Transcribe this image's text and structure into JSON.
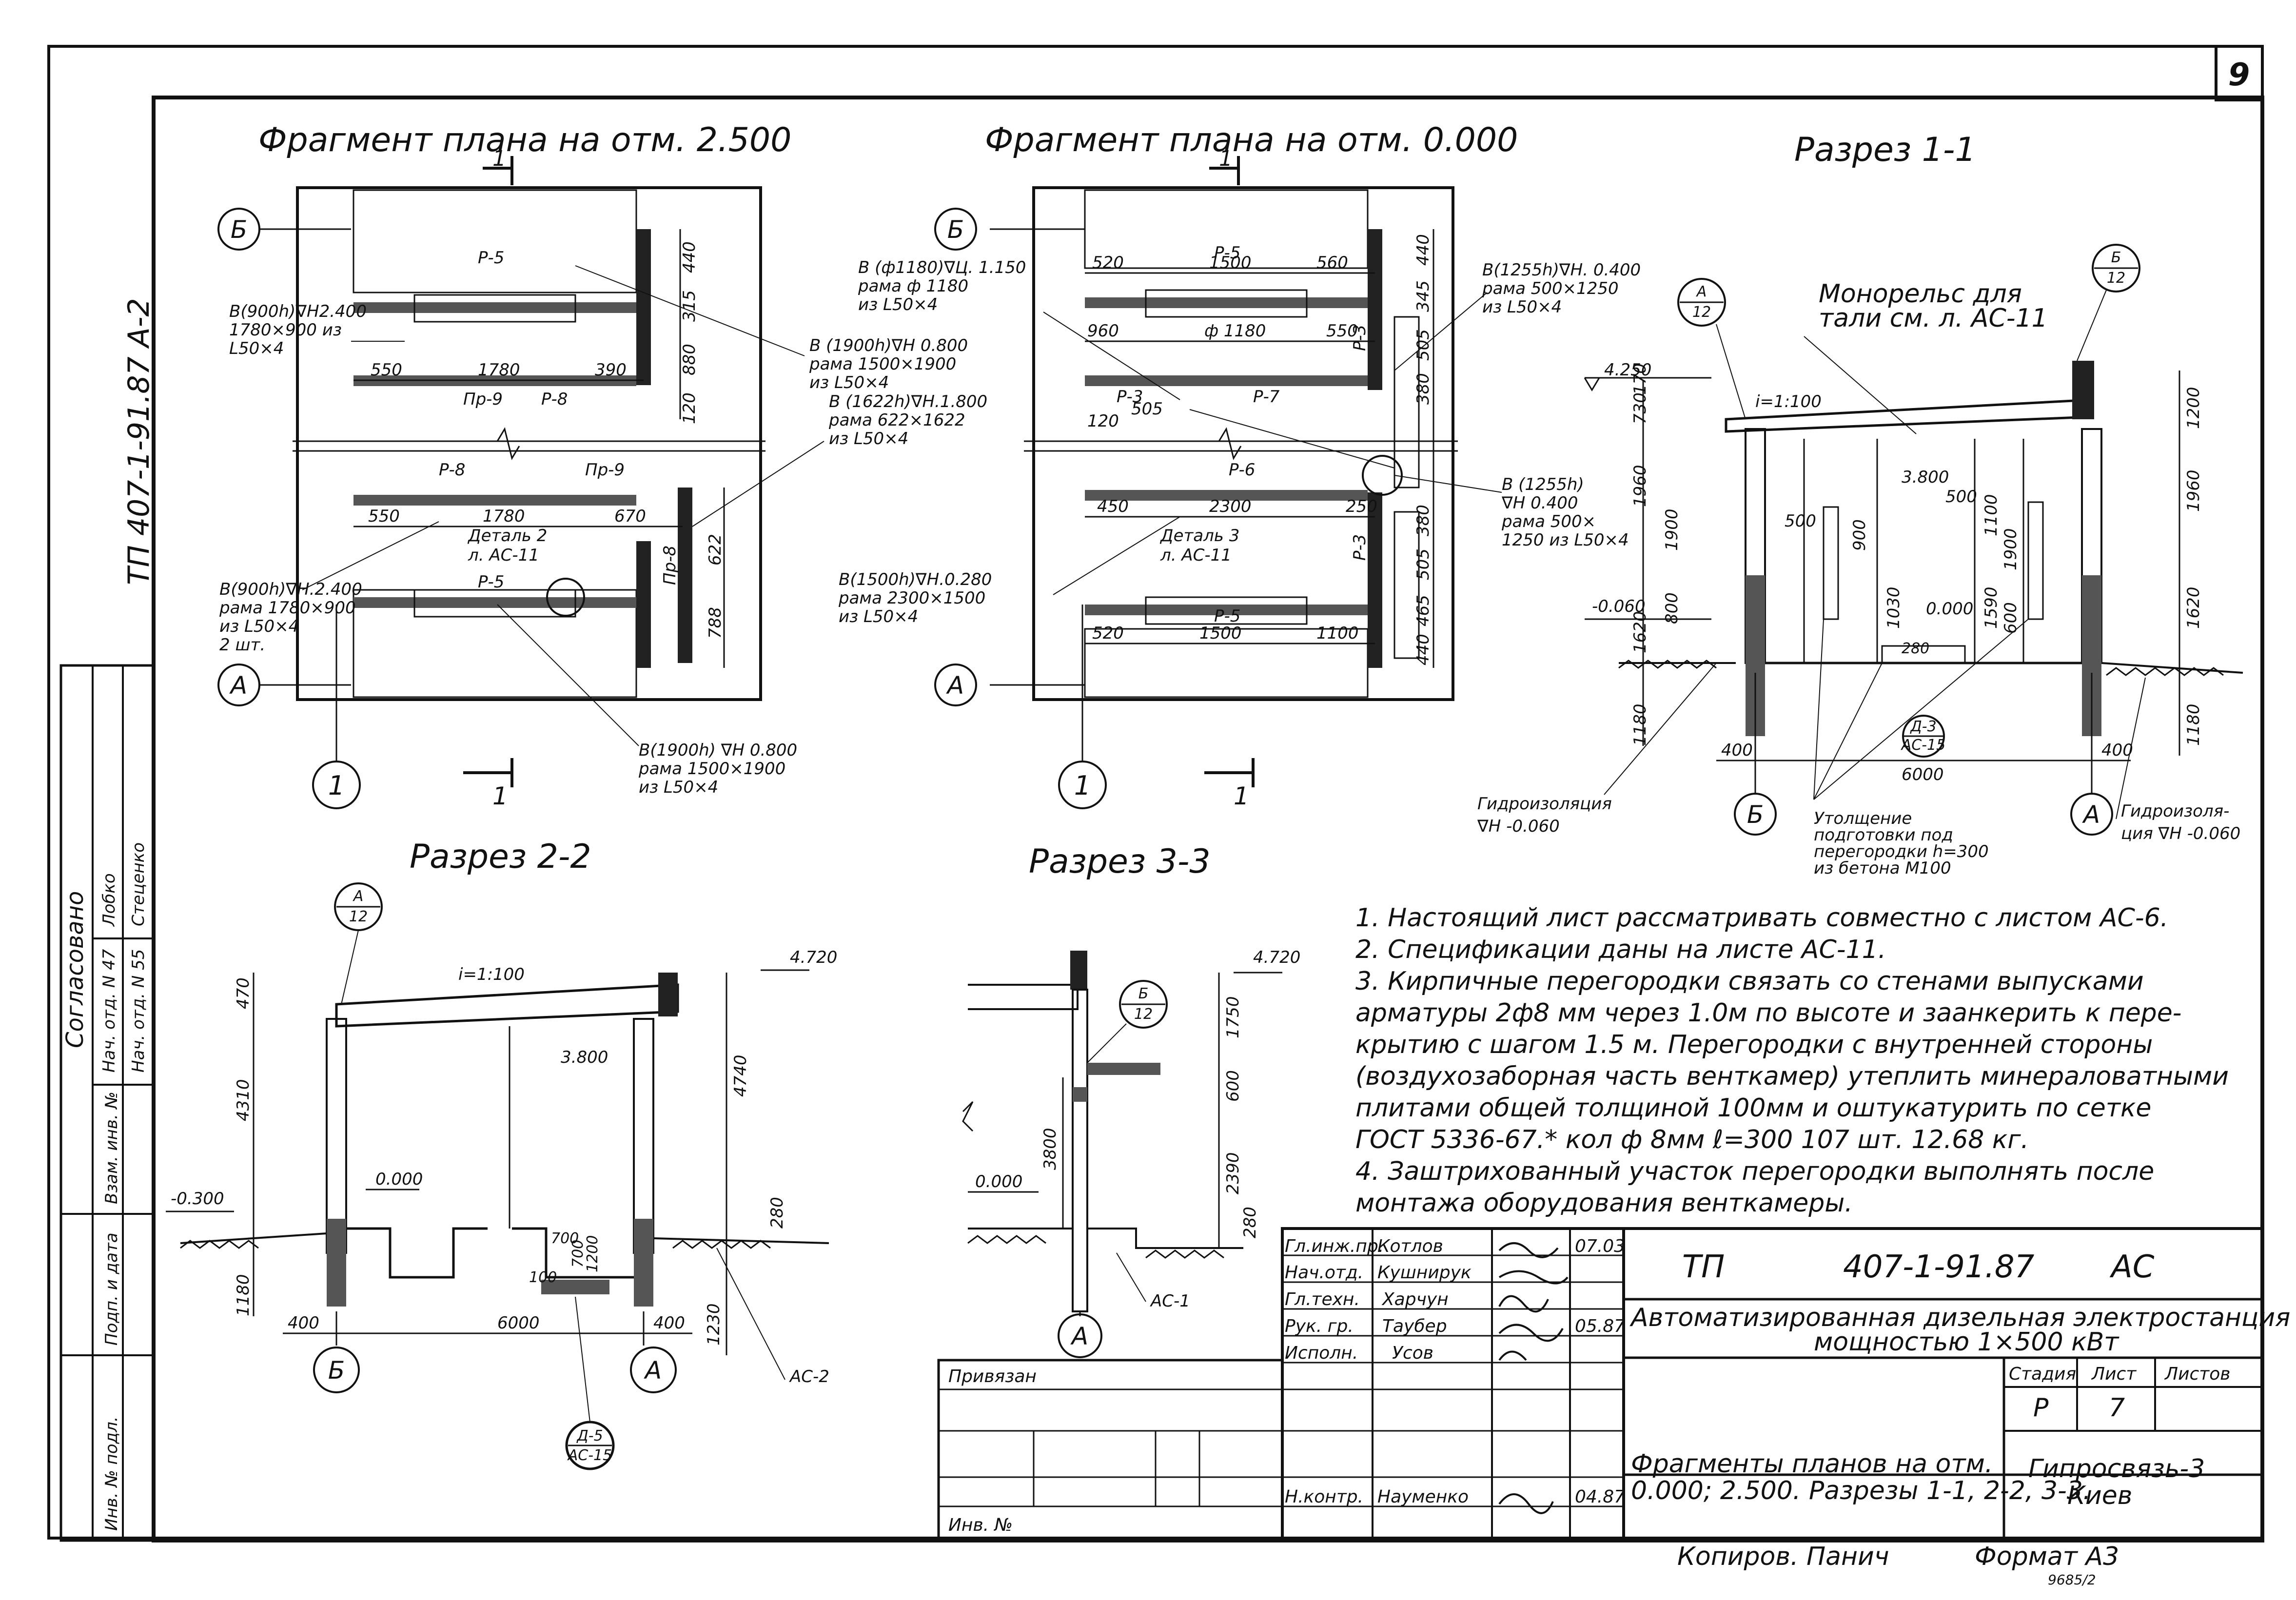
{
  "sheet": {
    "sheet_number": "9",
    "side_code": "ТП 407-1-91.87 А-2",
    "copied": "Копиров. Панич",
    "format": "Формат А3",
    "inventory_mark": "9685/2"
  },
  "views": {
    "plan_2500": {
      "title": "Фрагмент плана на отм. 2.500",
      "axis_b": "Б",
      "axis_a": "А",
      "axis_1": "1",
      "cut": "1",
      "dims_top": [
        "550",
        "1780",
        "390"
      ],
      "dims_mid": [
        "550",
        "1780",
        "670"
      ],
      "dims_right": [
        "440",
        "315",
        "880",
        "120"
      ],
      "dims_right_low": [
        "622",
        "788"
      ],
      "marks": [
        "Р-5",
        "Пр-9",
        "Р-8",
        "Р-8",
        "Пр-9",
        "Р-5",
        "Пр-8"
      ],
      "detail": "Деталь 2\nл. АС-11",
      "callout_left_top": "В(900h)∇Н2.400\n1780×900 из\nL50×4",
      "callout_left_bottom": "В(900h)∇Н.2.400\nрама 1780×900\nиз L50×4\n2 шт.",
      "callout_right_1": "В (1900h)∇Н 0.800\nрама 1500×1900\nиз L50×4",
      "callout_right_2": "В (1622h)∇Н.1.800\nрама 622×1622\nиз L50×4",
      "callout_bottom": "В(1900h) ∇Н 0.800\nрама 1500×1900\nиз L50×4"
    },
    "plan_0000": {
      "title": "Фрагмент плана на отм. 0.000",
      "axis_b": "Б",
      "axis_a": "А",
      "axis_1": "1",
      "cut": "1",
      "dims_top": [
        "520",
        "1500",
        "560"
      ],
      "dims_mid": [
        "960",
        "ф 1180",
        "550"
      ],
      "dims_low": [
        "450",
        "2300",
        "250"
      ],
      "dims_bottom": [
        "520",
        "1500",
        "1100"
      ],
      "dims_right": [
        "440",
        "345",
        "505",
        "380",
        "380",
        "505",
        "465",
        "440"
      ],
      "marks": [
        "Р-5",
        "Р-3",
        "Р-7",
        "Р-6",
        "Р-3",
        "Р-5",
        "Р-3"
      ],
      "small_dims": [
        "120",
        "505"
      ],
      "detail": "Деталь 3\nл. АС-11",
      "callout_left_top": "В (ф1180)∇Ц. 1.150\nрама ф 1180\nиз L50×4",
      "callout_left_bottom": "В(1500h)∇Н.0.280\nрама 2300×1500\nиз L50×4",
      "callout_right_top": "В(1255h)∇Н. 0.400\nрама 500×1250\nиз L50×4",
      "callout_right_mid": "В (1255h)\n∇Н 0.400\nрама 500×\n1250 из L50×4"
    },
    "section_1_1": {
      "title": "Разрез 1-1",
      "monorail": "Монорельс для\nтали см. л. АС-11",
      "slope": "i=1:100",
      "elev_top": "4.250",
      "elev_3800": "3.800",
      "elev_low": "-0.060",
      "elev_zero": "0.000",
      "dims_left": [
        "170",
        "730",
        "1960",
        "1900",
        "800",
        "1620",
        "1180"
      ],
      "dims_right": [
        "1200",
        "1960",
        "1620",
        "1180"
      ],
      "dims_inner": [
        "500",
        "900",
        "500",
        "1100",
        "1900",
        "1590",
        "600",
        "1030"
      ],
      "dims_bottom": [
        "400",
        "6000",
        "400"
      ],
      "ref_a": "А\n12",
      "ref_b": "Б\n12",
      "ref_node": "Д-3\nАС-15",
      "axis_b": "Б",
      "axis_a": "А",
      "note_left": "Гидроизоляция\n∇Н -0.060",
      "note_mid": "Утолщение\nподготовки под\nперегородки h=300\nиз бетона М100",
      "note_right": "Гидроизоля-\nция ∇Н -0.060",
      "dim_280": "280"
    },
    "section_2_2": {
      "title": "Разрез 2-2",
      "slope": "i=1:100",
      "elev_top": "4.720",
      "elev_3800": "3.800",
      "elev_neg": "-0.300",
      "elev_zero": "0.000",
      "ref_a": "А\n12",
      "dims_left": [
        "470",
        "4310",
        "1180"
      ],
      "dims_right": [
        "4740",
        "280",
        "1230"
      ],
      "dims_inner": [
        "700",
        "1200",
        "700",
        "100"
      ],
      "dims_bottom": [
        "400",
        "6000",
        "400"
      ],
      "axis_b": "Б",
      "axis_a": "А",
      "node": "Д-5\nАС-15",
      "ac2": "АС-2"
    },
    "section_3_3": {
      "title": "Разрез 3-3",
      "elev_top": "4.720",
      "elev_zero": "0.000",
      "ref_b": "Б\n12",
      "dims_right": [
        "1750",
        "600",
        "2390",
        "280"
      ],
      "dim_3800": "3800",
      "axis_a": "А",
      "ac1": "АС-1"
    }
  },
  "notes": [
    "1. Настоящий лист рассматривать совместно с листом АС-6.",
    "2. Спецификации даны на листе АС-11.",
    "3. Кирпичные перегородки связать со стенами выпусками",
    "арматуры 2ф8 мм через 1.0м по высоте и заанкерить к пере-",
    "крытию с шагом 1.5 м. Перегородки с внутренней стороны",
    "(воздухозаборная часть венткамер) утеплить минераловатными",
    "плитами общей толщиной 100мм и оштукатурить по сетке",
    "ГОСТ 5336-67.* кол ф 8мм ℓ=300  107 шт. 12.68 кг.",
    "4. Заштрихованный участок перегородки выполнять после",
    "монтажа оборудования венткамеры."
  ],
  "stamp": {
    "code_prefix": "ТП",
    "code": "407-1-91.87",
    "mark": "АС",
    "project": "Автоматизированная дизельная электростанция",
    "power": "мощностью 1×500 кВт",
    "sheet_title": "Фрагменты планов на отм.\n0.000; 2.500. Разрезы 1-1, 2-2, 3-3.",
    "org": "Гипросвязь-3\nКиев",
    "stage_label": "Стадия",
    "sheet_label": "Лист",
    "sheets_label": "Листов",
    "stage": "Р",
    "sheet_no": "7",
    "privyazan": "Привязан",
    "inv": "Инв. №",
    "roles": [
      {
        "role": "Гл.инж.пр.",
        "name": "Котлов",
        "date": "07.03"
      },
      {
        "role": "Нач.отд.",
        "name": "Кушнирук",
        "date": ""
      },
      {
        "role": "Гл.техн.",
        "name": "Харчун",
        "date": ""
      },
      {
        "role": "Рук. гр.",
        "name": "Таубер",
        "date": "05.87"
      },
      {
        "role": "Исполн.",
        "name": "Усов",
        "date": ""
      },
      {
        "role": "Н.контр.",
        "name": "Науменко",
        "date": "04.87"
      }
    ]
  },
  "side_block": {
    "agreed": "Согласовано",
    "rows": [
      {
        "title": "Нач. отд. N 47",
        "name": "Лобко"
      },
      {
        "title": "Нач. отд. N 55",
        "name": "Стеценко"
      }
    ],
    "labels": [
      "Взам. инв. №",
      "Подп. и дата",
      "Инв. № подл."
    ]
  }
}
